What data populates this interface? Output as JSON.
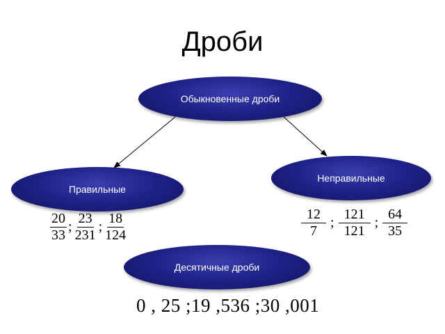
{
  "title": "Дроби",
  "nodes": {
    "ordinary": "Обыкновенные дроби",
    "proper": "Правильные",
    "improper": "Неправильные",
    "decimal": "Десятичные дроби"
  },
  "proper_fractions": [
    {
      "num": "20",
      "den": "33"
    },
    {
      "num": "23",
      "den": "231"
    },
    {
      "num": "18",
      "den": "124"
    }
  ],
  "improper_fractions": [
    {
      "num": "12",
      "den": "7"
    },
    {
      "num": "121",
      "den": "121"
    },
    {
      "num": "64",
      "den": "35"
    }
  ],
  "separator": ";",
  "decimals": "0 , 25 ;19 ,536 ;30 ,001",
  "colors": {
    "node_fill": "#1f238a",
    "node_text": "#ffffff",
    "arrow": "#000000"
  }
}
